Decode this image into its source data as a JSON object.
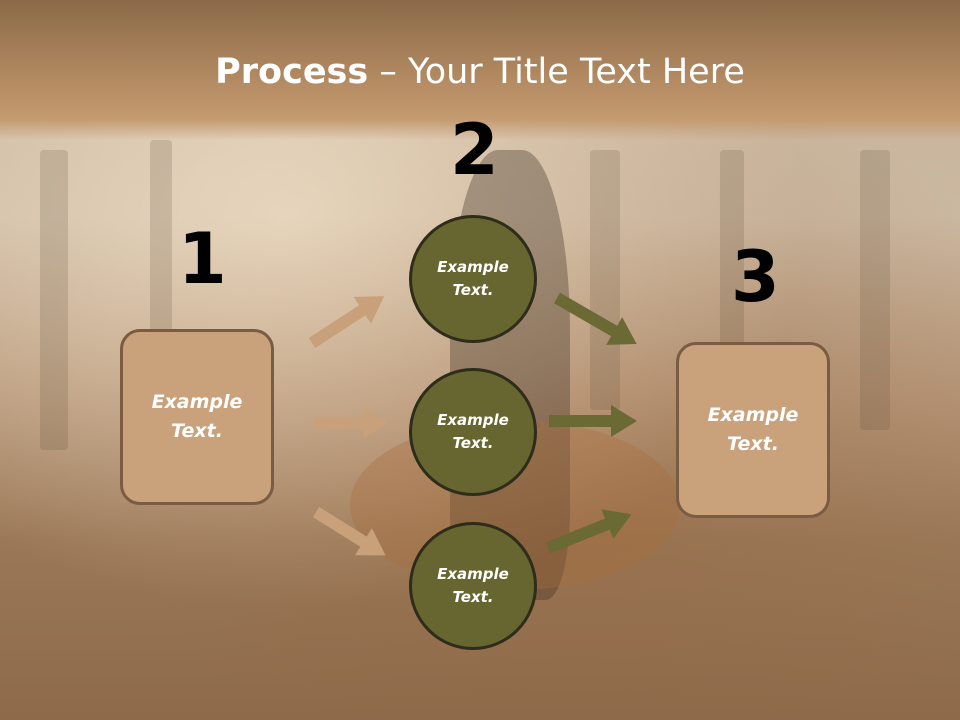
{
  "slide": {
    "title_bold": "Process",
    "title_rest": " – Your Title Text Here"
  },
  "numbers": [
    "1",
    "2",
    "3"
  ],
  "left_box": {
    "line1": "Example",
    "line2": "Text."
  },
  "circles": [
    {
      "line1": "Example",
      "line2": "Text."
    },
    {
      "line1": "Example",
      "line2": "Text."
    },
    {
      "line1": "Example",
      "line2": "Text."
    }
  ],
  "right_box": {
    "line1": "Example",
    "line2": "Text."
  },
  "colors": {
    "box_fill": "#c9a27c",
    "circle_fill": "#676630",
    "left_arrows": "#c8a07a",
    "right_arrows": "#6b6a34",
    "banner": "#b58c63"
  }
}
